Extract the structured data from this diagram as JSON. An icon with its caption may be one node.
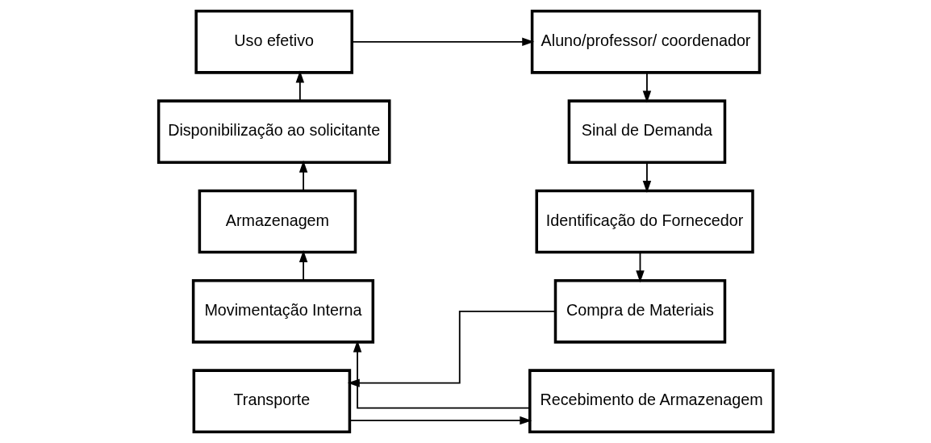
{
  "diagram": {
    "nodes": [
      {
        "text": [
          "Aluno/professor/ coordenador"
        ]
      },
      {
        "text": [
          "Uso efetivo"
        ]
      },
      {
        "text": [
          "Sinal de Demanda"
        ]
      },
      {
        "text": [
          "Disponibilização ao solicitante"
        ]
      },
      {
        "text": [
          "Identificação do Fornecedor"
        ]
      },
      {
        "text": [
          "Armazenagem"
        ]
      },
      {
        "text": [
          "Movimentação Interna"
        ]
      },
      {
        "text": [
          "Compra de Materiais"
        ]
      },
      {
        "text": [
          "Transporte"
        ]
      },
      {
        "text": [
          "Recebimento de Armazenagem"
        ]
      }
    ],
    "edges": [
      {
        "from": 0,
        "to": 2,
        "arrow": "to"
      },
      {
        "from": 2,
        "to": 4,
        "arrow": "to"
      },
      {
        "from": 4,
        "to": 7,
        "arrow": "to"
      },
      {
        "from": 7,
        "to": 8,
        "arrow": "to"
      },
      {
        "from": 8,
        "to": 9,
        "arrow": "to"
      },
      {
        "from": 9,
        "to": 6,
        "arrow": "to"
      },
      {
        "from": 6,
        "to": 5,
        "arrow": "to"
      },
      {
        "from": 5,
        "to": 3,
        "arrow": "to"
      },
      {
        "from": 3,
        "to": 1,
        "arrow": "to"
      },
      {
        "from": 1,
        "to": 0,
        "arrow": "to"
      }
    ]
  }
}
